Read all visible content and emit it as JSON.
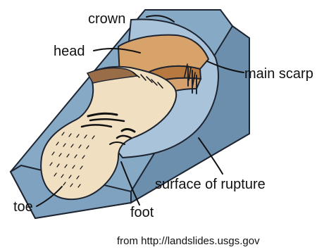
{
  "labels": {
    "crown": "crown",
    "head": "head",
    "main_scarp": "main scarp",
    "surface_of_rupture": "surface of rupture",
    "toe": "toe",
    "foot": "foot"
  },
  "credit": "from http://landslides.usgs.gov",
  "colors": {
    "slope_top": "#86a9c6",
    "slope_side": "#6b8fad",
    "rupture_surface": "#a9c4da",
    "head_block": "#b7793f",
    "head_block_light": "#d7a36a",
    "body_mass": "#f1dfc2",
    "outline": "#1d2430"
  }
}
